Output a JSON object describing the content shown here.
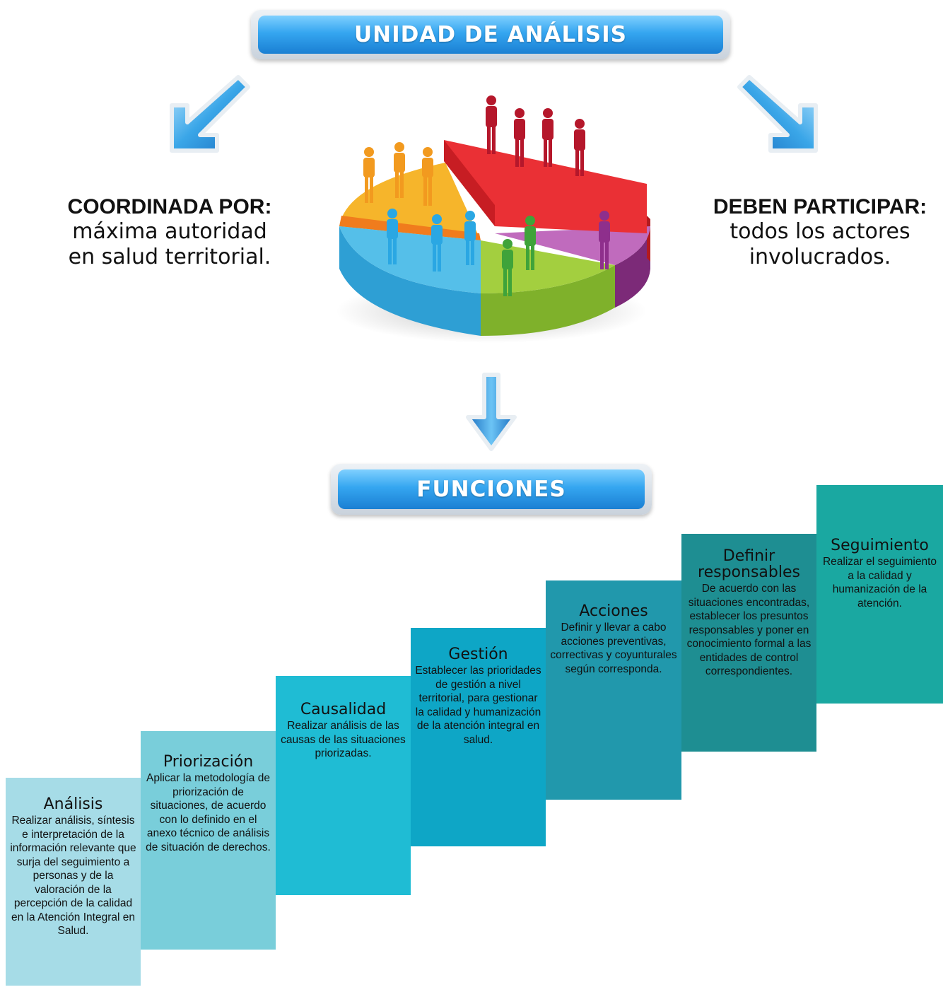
{
  "top_label": "UNIDAD DE ANÁLISIS",
  "functions_label": "FUNCIONES",
  "left": {
    "heading": "COORDINADA POR:",
    "lines": [
      "máxima autoridad",
      "en salud territorial."
    ]
  },
  "right": {
    "heading": "DEBEN PARTICIPAR:",
    "lines": [
      "todos los actores",
      "involucrados."
    ]
  },
  "colors": {
    "arrow": "#3aa6e8",
    "pill": "#2a93e0",
    "red": "#e3242b",
    "orange": "#f58a1f",
    "yellow": "#f6c52b",
    "blue": "#4ab8e6",
    "green": "#9ac93a",
    "purple": "#a0449c"
  },
  "steps": [
    {
      "title": "Análisis",
      "desc": "Realizar análisis, síntesis e interpretación de la información relevante que surja del seguimiento a personas y de la valoración de la percepción de la calidad en la Atención Integral en Salud.",
      "color": "#a6dce7"
    },
    {
      "title": "Priorización",
      "desc": "Aplicar la metodología de priorización de situaciones, de acuerdo con lo definido en el anexo técnico de análisis de situación de derechos.",
      "color": "#79ceda"
    },
    {
      "title": "Causalidad",
      "desc": "Realizar análisis de las causas de las situaciones priorizadas.",
      "color": "#1fbcd4"
    },
    {
      "title": "Gestión",
      "desc": "Establecer las prioridades de gestión a nivel territorial, para gestionar la calidad y humanización de la atención integral en salud.",
      "color": "#0ea6c6"
    },
    {
      "title": "Acciones",
      "desc": "Definir y llevar a cabo acciones preventivas, correctivas y coyunturales según corresponda.",
      "color": "#2198ac"
    },
    {
      "title": "Definir responsables",
      "desc": "De acuerdo con las situaciones encontradas, establecer los presuntos responsables y poner en conocimiento formal a las entidades de control correspondientes.",
      "color": "#1e8e92"
    },
    {
      "title": "Seguimiento",
      "desc": "Realizar el seguimiento a la calidad y humanización de la atención.",
      "color": "#1aa8a1"
    }
  ]
}
